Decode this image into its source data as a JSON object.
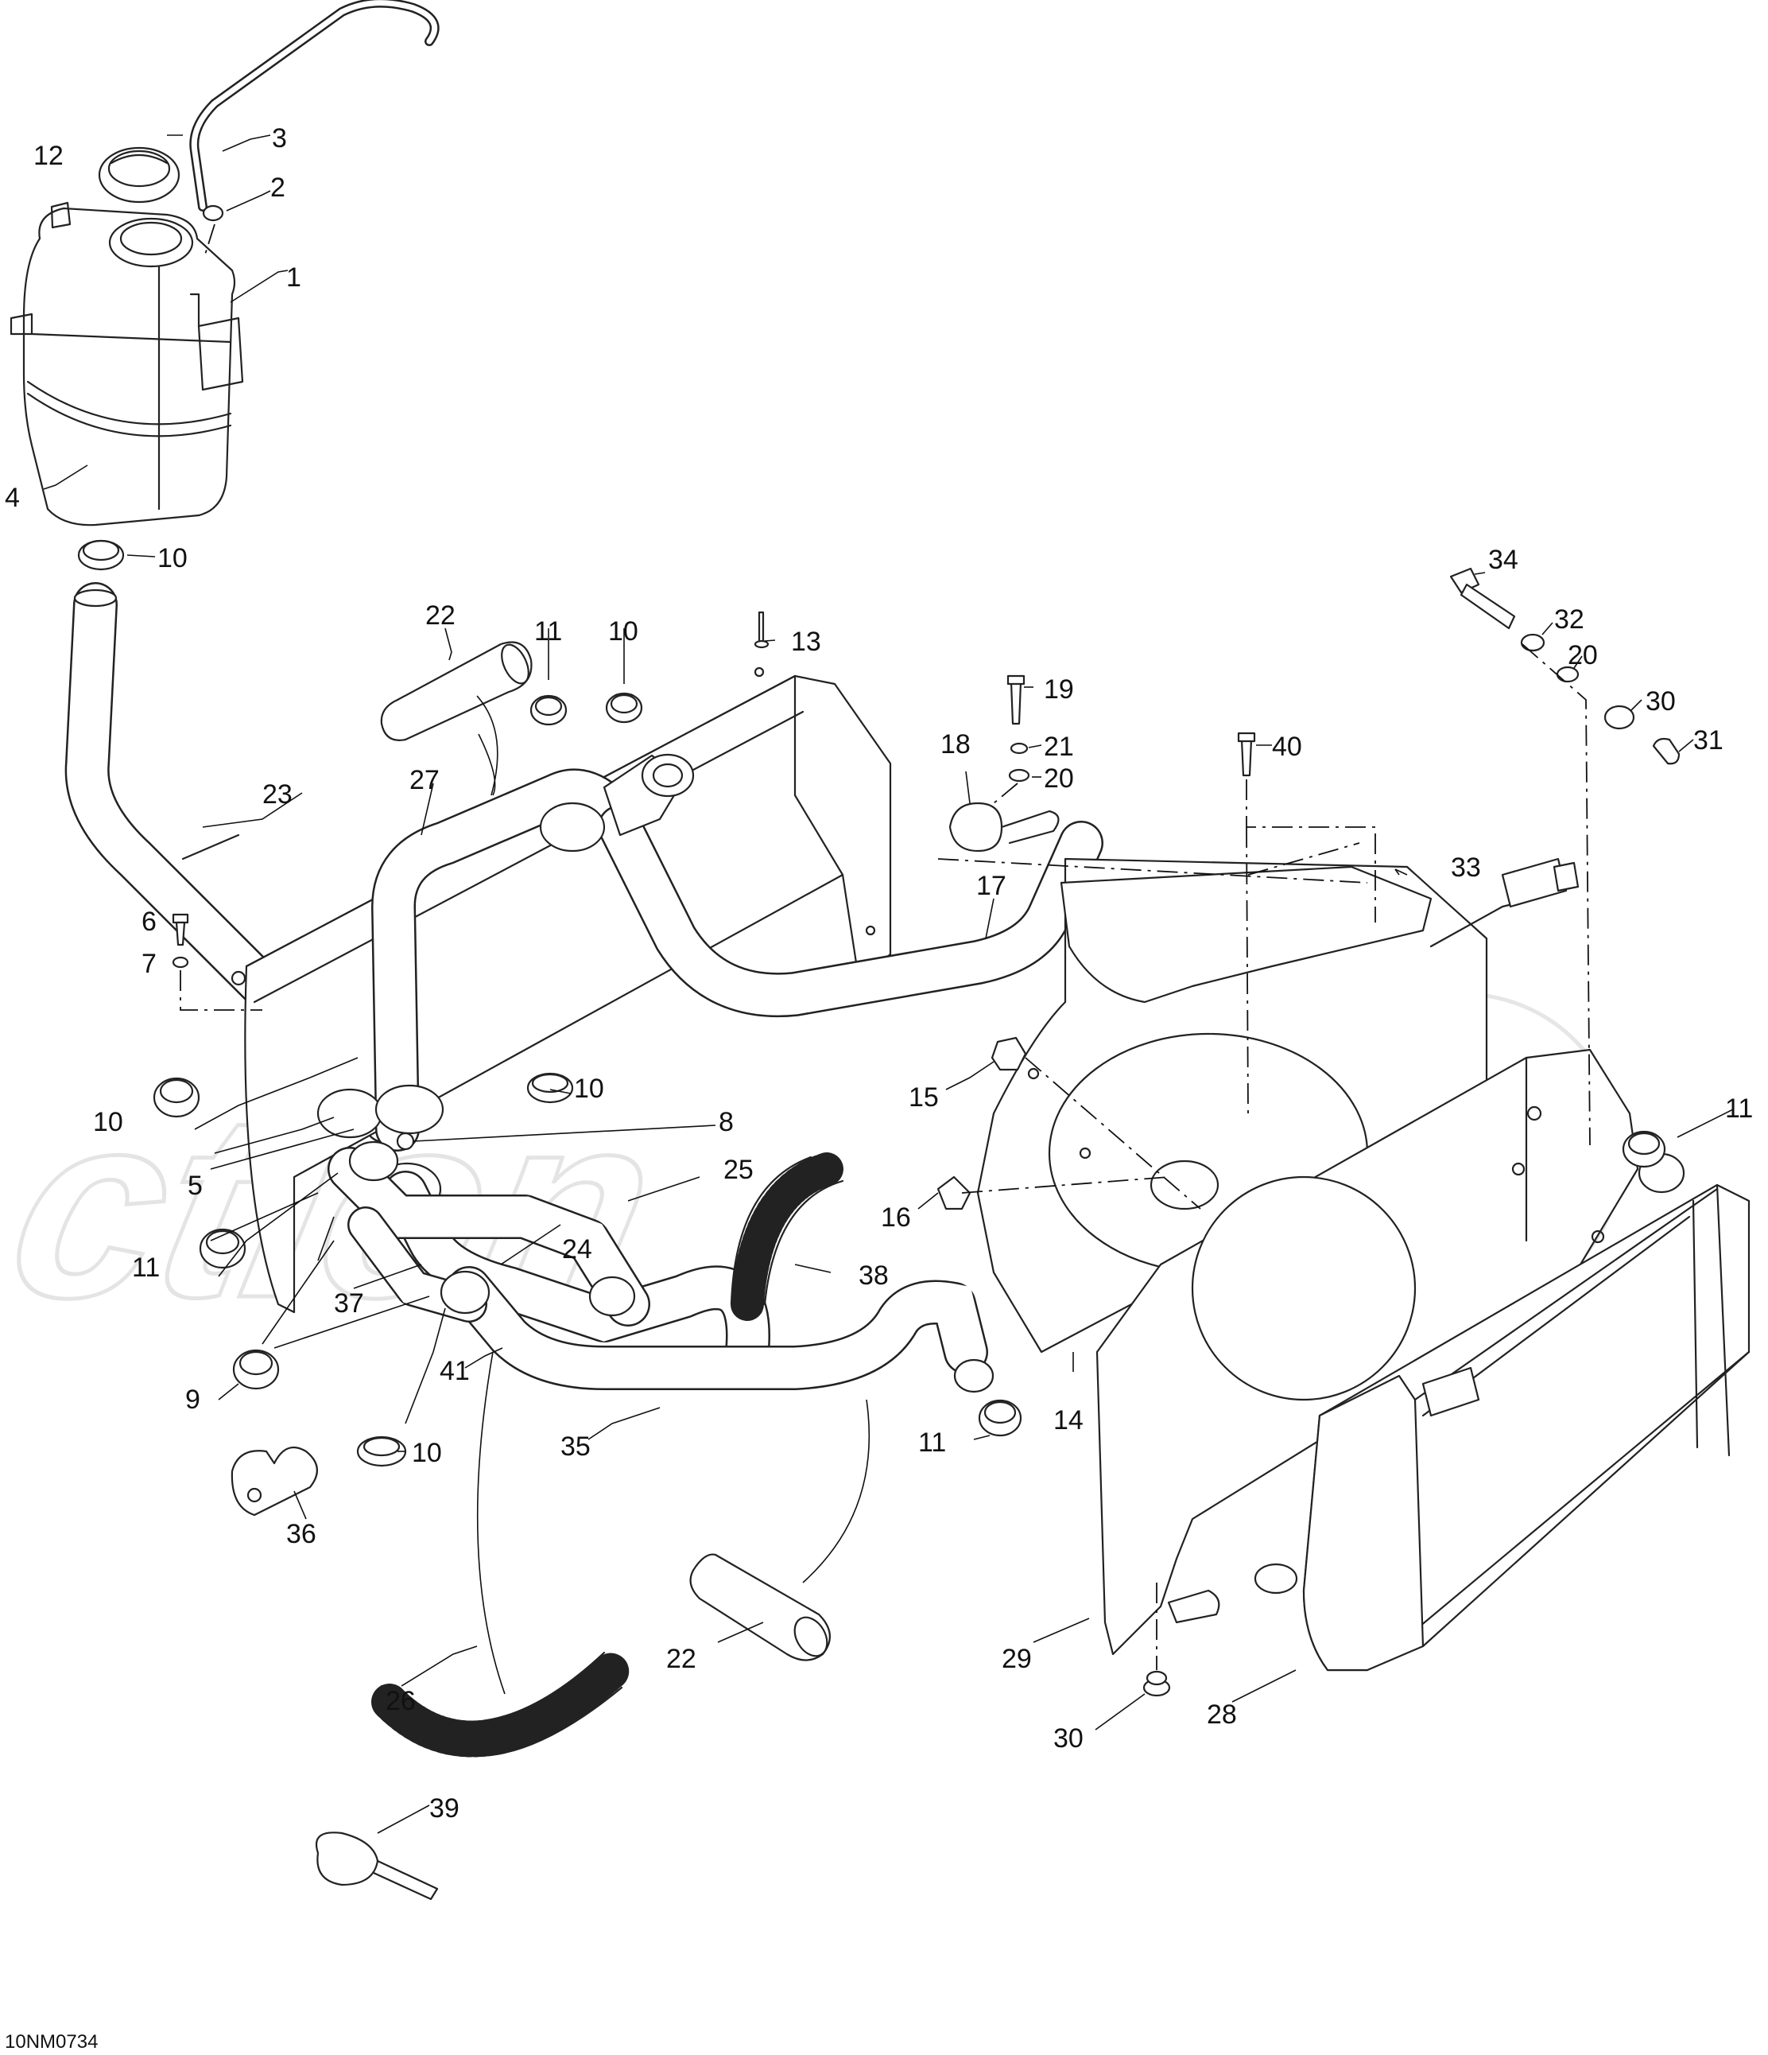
{
  "diagram": {
    "document_id": "10NM0734",
    "watermark": "Action",
    "callouts": [
      {
        "id": "c1",
        "label": "1"
      },
      {
        "id": "c2",
        "label": "2"
      },
      {
        "id": "c3",
        "label": "3"
      },
      {
        "id": "c4",
        "label": "4"
      },
      {
        "id": "c5",
        "label": "5"
      },
      {
        "id": "c6",
        "label": "6"
      },
      {
        "id": "c7",
        "label": "7"
      },
      {
        "id": "c8",
        "label": "8"
      },
      {
        "id": "c9",
        "label": "9"
      },
      {
        "id": "c10a",
        "label": "10"
      },
      {
        "id": "c10b",
        "label": "10"
      },
      {
        "id": "c10c",
        "label": "10"
      },
      {
        "id": "c10d",
        "label": "10"
      },
      {
        "id": "c10e",
        "label": "10"
      },
      {
        "id": "c11a",
        "label": "11"
      },
      {
        "id": "c11b",
        "label": "11"
      },
      {
        "id": "c11c",
        "label": "11"
      },
      {
        "id": "c11d",
        "label": "11"
      },
      {
        "id": "c12",
        "label": "12"
      },
      {
        "id": "c13",
        "label": "13"
      },
      {
        "id": "c14",
        "label": "14"
      },
      {
        "id": "c15",
        "label": "15"
      },
      {
        "id": "c16",
        "label": "16"
      },
      {
        "id": "c17",
        "label": "17"
      },
      {
        "id": "c18",
        "label": "18"
      },
      {
        "id": "c19",
        "label": "19"
      },
      {
        "id": "c20a",
        "label": "20"
      },
      {
        "id": "c20b",
        "label": "20"
      },
      {
        "id": "c21",
        "label": "21"
      },
      {
        "id": "c22a",
        "label": "22"
      },
      {
        "id": "c22b",
        "label": "22"
      },
      {
        "id": "c23",
        "label": "23"
      },
      {
        "id": "c24",
        "label": "24"
      },
      {
        "id": "c25",
        "label": "25"
      },
      {
        "id": "c26",
        "label": "26"
      },
      {
        "id": "c27",
        "label": "27"
      },
      {
        "id": "c28",
        "label": "28"
      },
      {
        "id": "c29",
        "label": "29"
      },
      {
        "id": "c30a",
        "label": "30"
      },
      {
        "id": "c30b",
        "label": "30"
      },
      {
        "id": "c31",
        "label": "31"
      },
      {
        "id": "c32",
        "label": "32"
      },
      {
        "id": "c33",
        "label": "33"
      },
      {
        "id": "c34",
        "label": "34"
      },
      {
        "id": "c35",
        "label": "35"
      },
      {
        "id": "c36",
        "label": "36"
      },
      {
        "id": "c37",
        "label": "37"
      },
      {
        "id": "c38",
        "label": "38"
      },
      {
        "id": "c39",
        "label": "39"
      },
      {
        "id": "c40",
        "label": "40"
      },
      {
        "id": "c41",
        "label": "41"
      }
    ]
  }
}
